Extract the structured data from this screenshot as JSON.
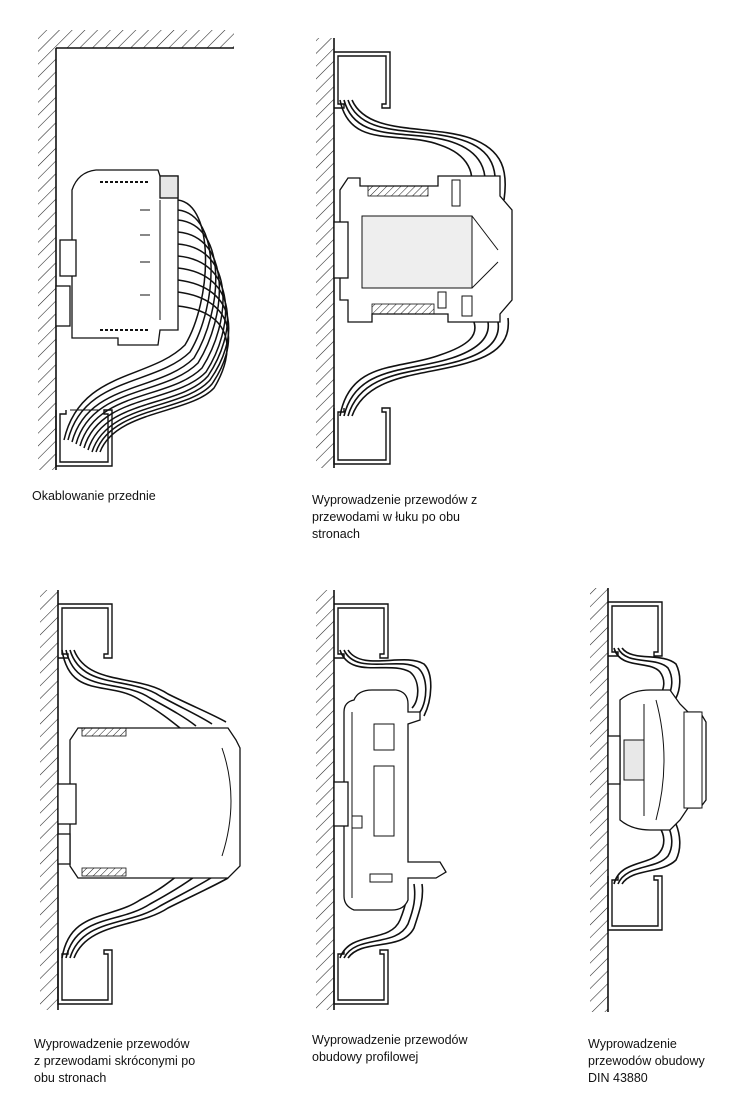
{
  "panels": [
    {
      "id": "front",
      "caption_lines": [
        "Okablowanie przednie"
      ]
    },
    {
      "id": "arc",
      "caption_lines": [
        "Wyprowadzenie przewodów z",
        "przewodami w łuku po obu",
        "stronach"
      ]
    },
    {
      "id": "short",
      "caption_lines": [
        "Wyprowadzenie przewodów",
        "z przewodami skróconymi po",
        "obu stronach"
      ]
    },
    {
      "id": "profile",
      "caption_lines": [
        "Wyprowadzenie przewodów",
        "obudowy profilowej"
      ]
    },
    {
      "id": "din",
      "caption_lines": [
        "Wyprowadzenie",
        "przewodów obudowy",
        "DIN 43880"
      ]
    }
  ],
  "colors": {
    "line": "#111111",
    "hatch": "#222222",
    "fill": "#ffffff",
    "shade": "#d9d9d9"
  }
}
